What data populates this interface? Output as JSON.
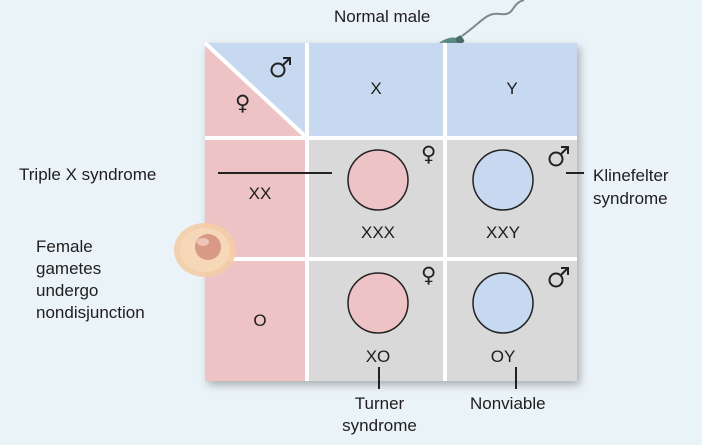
{
  "top_label": "Normal male",
  "columns": [
    "X",
    "Y"
  ],
  "rows": [
    "XX",
    "O"
  ],
  "cells": [
    {
      "text": "XXX",
      "sex": "female",
      "color": "#eec3c5"
    },
    {
      "text": "XXY",
      "sex": "male",
      "color": "#c6d9f0"
    },
    {
      "text": "XO",
      "sex": "female",
      "color": "#eec3c5"
    },
    {
      "text": "OY",
      "sex": "male",
      "color": "#c6d9f0"
    }
  ],
  "callouts": {
    "triple_x": "Triple X syndrome",
    "klinefelter": [
      "Klinefelter",
      "syndrome"
    ],
    "female_gametes": [
      "Female",
      "gametes",
      "undergo",
      "nondisjunction"
    ],
    "turner": [
      "Turner",
      "syndrome"
    ],
    "nonviable": "Nonviable"
  },
  "icons": {
    "corner_male": "male-symbol-icon",
    "corner_female": "female-symbol-icon",
    "sperm": "sperm-cell-icon",
    "egg": "egg-cell-icon"
  },
  "colors": {
    "female": "#eec3c5",
    "male": "#c6d9f0",
    "offspring": "#d9d9d9"
  }
}
